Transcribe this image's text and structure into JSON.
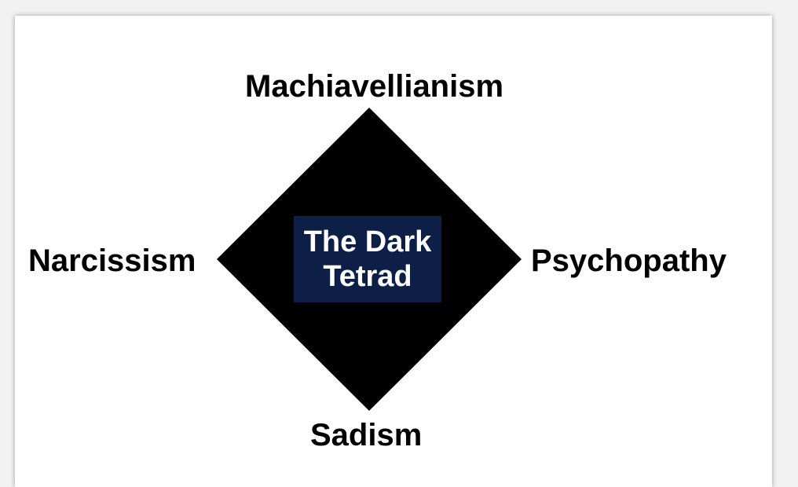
{
  "diagram": {
    "top_label": "Machiavellianism",
    "left_label": "Narcissism",
    "right_label": "Psychopathy",
    "bottom_label": "Sadism",
    "center": {
      "line1": "The Dark",
      "line2": "Tetrad"
    },
    "colors": {
      "diamond": "#000000",
      "center_box": "#0d1f47",
      "center_text": "#ffffff",
      "label_text": "#000000",
      "background": "#ffffff"
    }
  }
}
